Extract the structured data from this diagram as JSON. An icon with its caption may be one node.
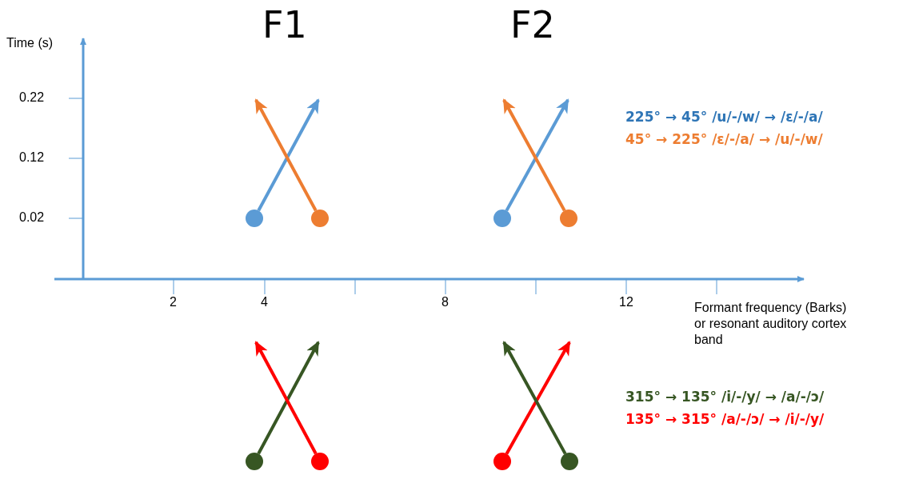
{
  "diagram": {
    "nodes": [
      {
        "text": [],
        "shape": "circle"
      },
      {
        "text": [],
        "shape": "circle"
      },
      {
        "text": [],
        "shape": "circle"
      },
      {
        "text": [],
        "shape": "circle"
      },
      {
        "text": [],
        "shape": "circle"
      },
      {
        "text": [],
        "shape": "circle"
      },
      {
        "text": [],
        "shape": "circle"
      },
      {
        "text": [],
        "shape": "circle"
      }
    ],
    "edges": [
      {
        "from": 0,
        "to": null,
        "arrow": "to",
        "color": "#5b9bd5"
      },
      {
        "from": 1,
        "to": null,
        "arrow": "to",
        "color": "#ed7d31"
      },
      {
        "from": 2,
        "to": null,
        "arrow": "to",
        "color": "#5b9bd5"
      },
      {
        "from": 3,
        "to": null,
        "arrow": "to",
        "color": "#ed7d31"
      },
      {
        "from": 4,
        "to": null,
        "arrow": "to",
        "color": "#375623"
      },
      {
        "from": 5,
        "to": null,
        "arrow": "to",
        "color": "#ff0000"
      },
      {
        "from": 6,
        "to": null,
        "arrow": "to",
        "color": "#ff0000"
      },
      {
        "from": 7,
        "to": null,
        "arrow": "to",
        "color": "#375623"
      }
    ],
    "labels": [
      "F1",
      "F2",
      "Time (s)",
      "0.22",
      "0.12",
      "0.02",
      "2",
      "4",
      "8",
      "12",
      "Formant frequency (Barks) or resonant auditory cortex band",
      "225° → 45° /u/-/w/ → /ɛ/-/a/",
      "45° → 225° /ɛ/-/a/ → /u/-/w/",
      "315° → 135° /i/-/y/ → /a/-/ɔ/",
      "135° → 315° /a/-/ɔ/ → /i/-/y/"
    ]
  }
}
